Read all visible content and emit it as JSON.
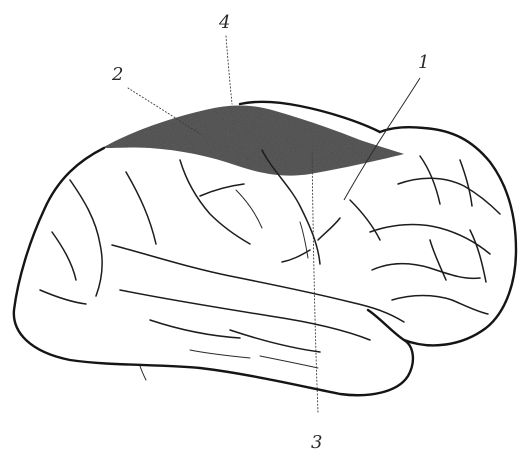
{
  "callouts": [
    {
      "id": "1",
      "label": "1"
    },
    {
      "id": "2",
      "label": "2"
    },
    {
      "id": "3",
      "label": "3"
    },
    {
      "id": "4",
      "label": "4"
    }
  ],
  "colors": {
    "ink": "#151515",
    "background": "#ffffff",
    "shaded_region": "#2b2b2b"
  }
}
